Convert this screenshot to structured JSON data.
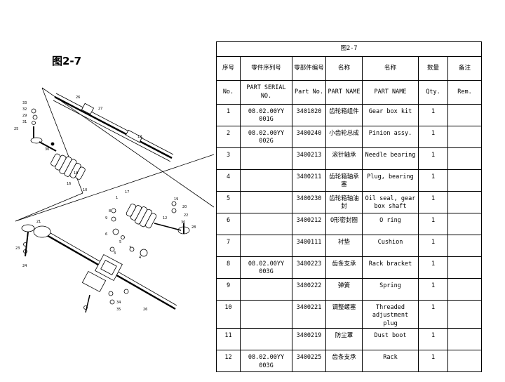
{
  "figure_label": "图2-7",
  "table": {
    "caption": "图2-7",
    "header_cn": [
      "序号",
      "零件序列号",
      "零部件编号",
      "名称",
      "名称",
      "数量",
      "备注"
    ],
    "header_en": [
      "No.",
      "PART SERIAL NO.",
      "Part No.",
      "PART NAME",
      "PART NAME",
      "Qty.",
      "Rem."
    ],
    "rows": [
      {
        "no": "1",
        "serial": "08.02.00YY 001G",
        "part_no": "3401020",
        "name_cn": "齿轮箱组件",
        "name_en": "Gear box kit",
        "qty": "1",
        "rem": ""
      },
      {
        "no": "2",
        "serial": "08.02.00YY 002G",
        "part_no": "3400240",
        "name_cn": "小齿轮总成",
        "name_en": "Pinion assy.",
        "qty": "1",
        "rem": ""
      },
      {
        "no": "3",
        "serial": "",
        "part_no": "3400213",
        "name_cn": "滚针轴承",
        "name_en": "Needle bearing",
        "qty": "1",
        "rem": ""
      },
      {
        "no": "4",
        "serial": "",
        "part_no": "3400211",
        "name_cn": "齿轮箱轴承塞",
        "name_en": "Plug, bearing",
        "qty": "1",
        "rem": ""
      },
      {
        "no": "5",
        "serial": "",
        "part_no": "3400230",
        "name_cn": "齿轮箱轴油封",
        "name_en": "Oil seal, gear box shaft",
        "qty": "1",
        "rem": ""
      },
      {
        "no": "6",
        "serial": "",
        "part_no": "3400212",
        "name_cn": "O形密封圈",
        "name_en": "O ring",
        "qty": "1",
        "rem": ""
      },
      {
        "no": "7",
        "serial": "",
        "part_no": "3400111",
        "name_cn": "衬垫",
        "name_en": "Cushion",
        "qty": "1",
        "rem": ""
      },
      {
        "no": "8",
        "serial": "08.02.00YY 003G",
        "part_no": "3400223",
        "name_cn": "齿条支承",
        "name_en": "Rack bracket",
        "qty": "1",
        "rem": ""
      },
      {
        "no": "9",
        "serial": "",
        "part_no": "3400222",
        "name_cn": "弹簧",
        "name_en": "Spring",
        "qty": "1",
        "rem": ""
      },
      {
        "no": "10",
        "serial": "",
        "part_no": "3400221",
        "name_cn": "调整螺塞",
        "name_en": "Threaded adjustment plug",
        "qty": "1",
        "rem": ""
      },
      {
        "no": "11",
        "serial": "",
        "part_no": "3400219",
        "name_cn": "防尘罩",
        "name_en": "Dust boot",
        "qty": "1",
        "rem": ""
      },
      {
        "no": "12",
        "serial": "08.02.00YY 003G",
        "part_no": "3400225",
        "name_cn": "齿条支承",
        "name_en": "Rack",
        "qty": "1",
        "rem": ""
      }
    ]
  },
  "callouts": {
    "upper": [
      "33",
      "32",
      "29",
      "31",
      "25",
      "30",
      "12",
      "18",
      "16",
      "26",
      "27",
      "10"
    ],
    "lower": [
      "17",
      "1",
      "8",
      "9",
      "6",
      "5",
      "4",
      "7",
      "3",
      "19",
      "20",
      "22",
      "30",
      "12",
      "28",
      "21",
      "23",
      "24",
      "34",
      "35",
      "26"
    ]
  }
}
